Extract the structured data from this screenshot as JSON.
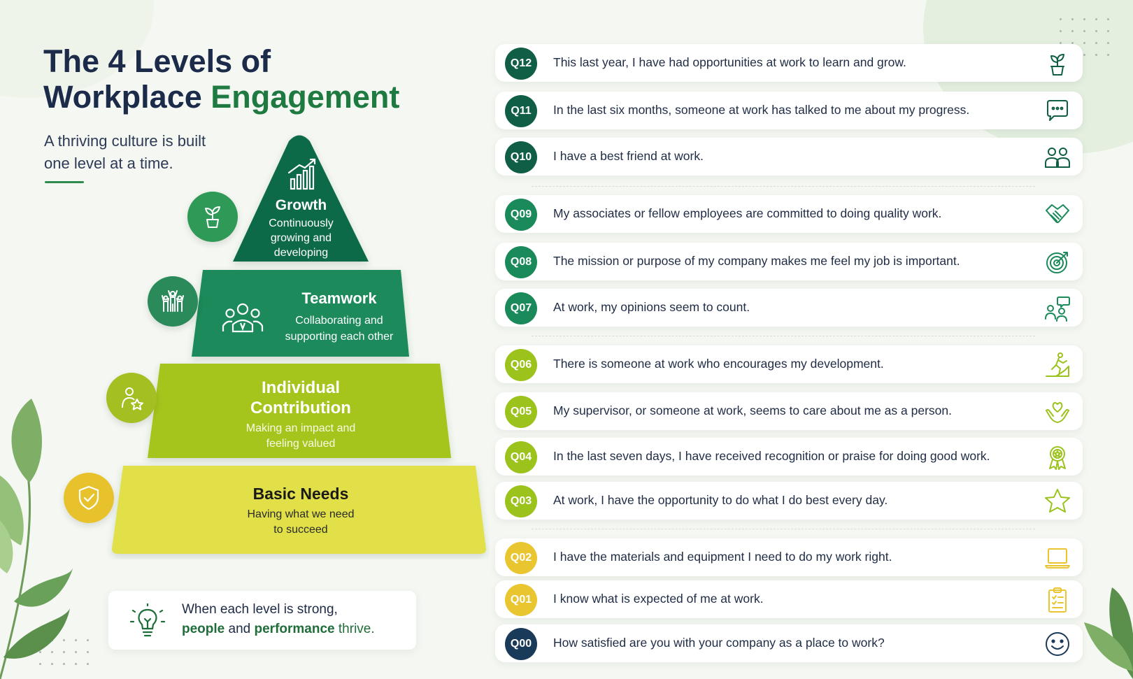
{
  "title": {
    "line1": "The 4 Levels of",
    "line2_plain": "Workplace",
    "line2_accent": "Engagement"
  },
  "subtitle": "A thriving culture is built one level at a time.",
  "levels": [
    {
      "title": "Growth",
      "desc": [
        "Continuously",
        "growing and",
        "developing"
      ],
      "icon": "sprout-icon",
      "color": "#0f6b48"
    },
    {
      "title": "Teamwork",
      "desc": [
        "Collaborating and",
        "supporting each other"
      ],
      "icon": "celebrating-team-icon",
      "color": "#1a8a5a"
    },
    {
      "title": [
        "Individual",
        "Contribution"
      ],
      "desc": [
        "Making an impact and",
        "feeling valued"
      ],
      "icon": "person-star-icon",
      "color": "#a6c51d"
    },
    {
      "title": "Basic Needs",
      "desc": [
        "Having what we need",
        "to succeed"
      ],
      "icon": "shield-check-icon",
      "color": "#e2e04a"
    }
  ],
  "note": {
    "line1": "When each level is strong,",
    "people": "people",
    "and": "and",
    "performance": "performance",
    "thrive": "thrive."
  },
  "questions": [
    {
      "id": "Q12",
      "text": "This last year, I have had opportunities at work to learn and grow.",
      "color": "#0f5e45",
      "icon": "plant-pot-icon"
    },
    {
      "id": "Q11",
      "text": "In the last six months, someone at work has talked to me about my progress.",
      "color": "#0f5e45",
      "icon": "chat-bubble-icon"
    },
    {
      "id": "Q10",
      "text": "I have a best friend at work.",
      "color": "#0f5e45",
      "icon": "friends-icon"
    },
    {
      "id": "Q09",
      "text": "My associates or fellow employees are committed to doing quality work.",
      "color": "#1a8a5a",
      "icon": "handshake-icon"
    },
    {
      "id": "Q08",
      "text": "The mission or purpose of my company makes me feel my job is important.",
      "color": "#1a8a5a",
      "icon": "target-icon"
    },
    {
      "id": "Q07",
      "text": "At work, my opinions seem to count.",
      "color": "#1a8a5a",
      "icon": "people-speech-icon"
    },
    {
      "id": "Q06",
      "text": "There is someone at work who encourages my development.",
      "color": "#9cc21c",
      "icon": "climbing-person-icon"
    },
    {
      "id": "Q05",
      "text": "My supervisor, or someone at work, seems to care about me as a person.",
      "color": "#9cc21c",
      "icon": "heart-hands-icon"
    },
    {
      "id": "Q04",
      "text": "In the last seven days, I have received recognition or praise for doing good work.",
      "color": "#9cc21c",
      "icon": "award-ribbon-icon"
    },
    {
      "id": "Q03",
      "text": "At work, I have the opportunity to do what I do best every day.",
      "color": "#9cc21c",
      "icon": "star-icon"
    },
    {
      "id": "Q02",
      "text": "I have the materials and equipment I need to do my work right.",
      "color": "#e9c630",
      "icon": "laptop-icon"
    },
    {
      "id": "Q01",
      "text": "I know what is expected of me at work.",
      "color": "#e9c630",
      "icon": "clipboard-icon"
    },
    {
      "id": "Q00",
      "text": "How satisfied are you with your company as a place to work?",
      "color": "#1a3a5a",
      "icon": "smiley-icon"
    }
  ],
  "colors": {
    "growth": "#0f6b48",
    "teamwork": "#1a8a5a",
    "individual": "#a6c51d",
    "basic": "#e2e04a",
    "navy": "#1c2b4a"
  }
}
